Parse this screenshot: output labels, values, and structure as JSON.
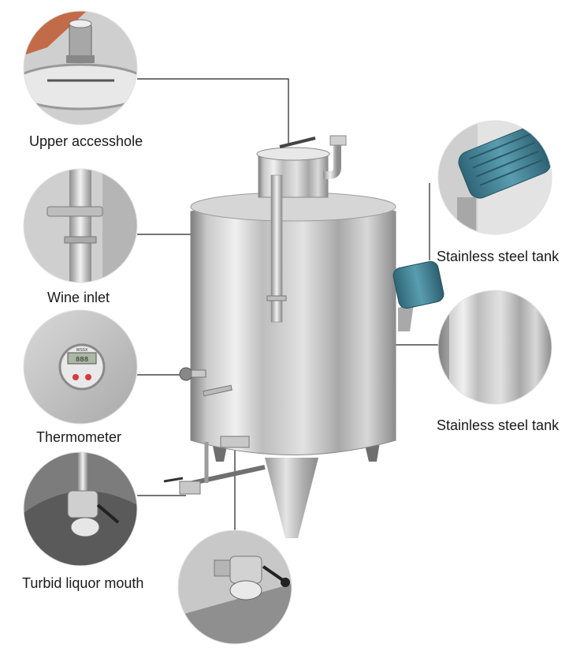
{
  "labels": {
    "upper_accesshole": "Upper accesshole",
    "wine_inlet": "Wine inlet",
    "thermometer": "Thermometer",
    "turbid_liquor_mouth": "Turbid liquor mouth",
    "motor": "Stainless steel tank",
    "tank_body": "Stainless steel tank"
  },
  "thermometer_display": {
    "brand": "WSSX",
    "value": "888"
  },
  "colors": {
    "steel_light": "#e6e6e6",
    "steel_mid": "#b9b9b9",
    "steel_dark": "#8a8a8a",
    "motor_blue": "#3f7f93",
    "leader_line": "#222222"
  }
}
